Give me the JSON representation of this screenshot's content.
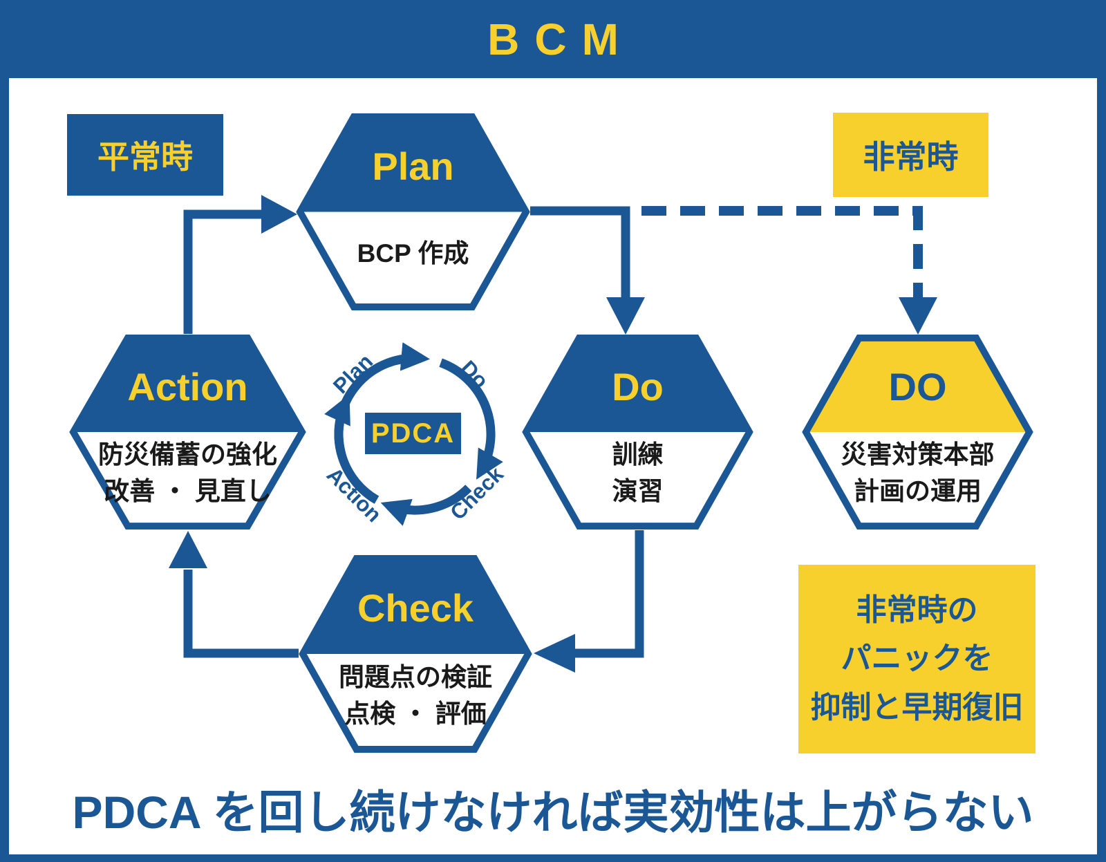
{
  "title": "BCM",
  "colors": {
    "blue": "#1b5795",
    "yellow": "#f7d02e",
    "text_black": "#1a1a1a"
  },
  "badges": {
    "normal": "平常時",
    "emergency": "非常時"
  },
  "nodes": {
    "plan": {
      "title": "Plan",
      "line1": "BCP 作成",
      "line2": ""
    },
    "do": {
      "title": "Do",
      "line1": "訓練",
      "line2": "演習"
    },
    "check": {
      "title": "Check",
      "line1": "問題点の検証",
      "line2": "点検 ・ 評価"
    },
    "action": {
      "title": "Action",
      "line1": "防災備蓄の強化",
      "line2": "改善 ・ 見直し"
    },
    "do_emergency": {
      "title": "DO",
      "line1": "災害対策本部",
      "line2": "計画の運用"
    }
  },
  "pdca_cycle": {
    "center": "PDCA",
    "plan": "Plan",
    "do": "Do",
    "check": "Check",
    "action": "Action"
  },
  "note": {
    "line1": "非常時の",
    "line2": "パニックを",
    "line3": "抑制と早期復旧"
  },
  "footer": "PDCA を回し続けなければ実効性は上がらない"
}
